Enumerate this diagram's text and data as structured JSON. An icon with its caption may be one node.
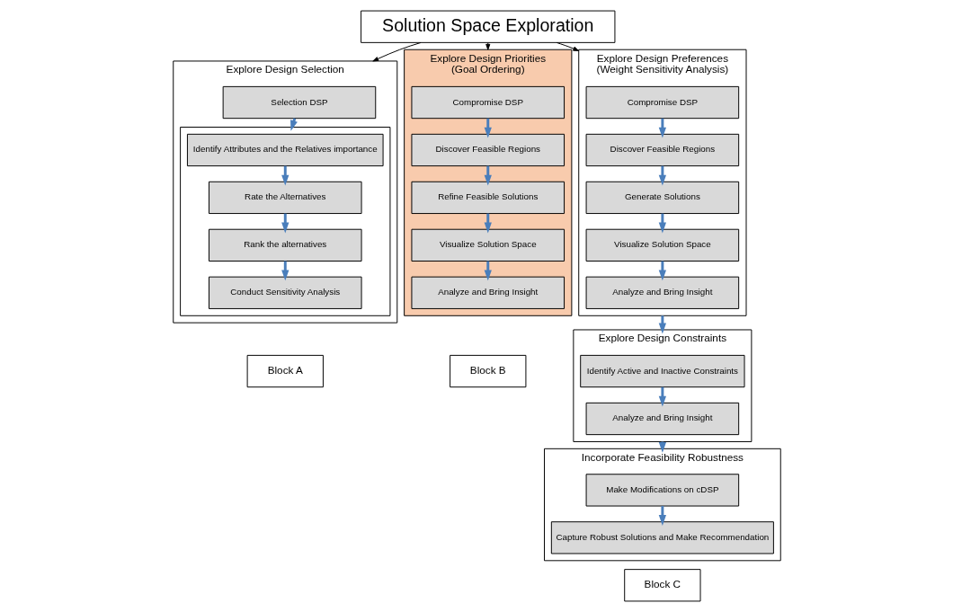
{
  "diagram": {
    "nodes": [
      {
        "text": [
          "Solution Space Exploration"
        ]
      },
      {
        "text": [
          "Explore Design Selection"
        ]
      },
      {
        "text": [
          "Selection DSP"
        ],
        "in": 1
      },
      {
        "text": [],
        "shape": "box",
        "in": 1
      },
      {
        "text": [
          "Identify Attributes and the Relatives importance"
        ],
        "in": 3
      },
      {
        "text": [
          "Rate the Alternatives"
        ],
        "in": 3
      },
      {
        "text": [
          "Rank the alternatives"
        ],
        "in": 3
      },
      {
        "text": [
          "Conduct Sensitivity Analysis"
        ],
        "in": 3
      },
      {
        "text": [
          "Block A"
        ]
      },
      {
        "text": [
          "Explore Design Priorities",
          "(Goal Ordering)"
        ]
      },
      {
        "text": [
          "Compromise DSP"
        ],
        "in": 9
      },
      {
        "text": [
          "Discover Feasible Regions"
        ],
        "in": 9
      },
      {
        "text": [
          "Refine Feasible Solutions"
        ],
        "in": 9
      },
      {
        "text": [
          "Visualize Solution Space"
        ],
        "in": 9
      },
      {
        "text": [
          "Analyze and Bring Insight"
        ],
        "in": 9
      },
      {
        "text": [
          "Block B"
        ]
      },
      {
        "text": [
          "Explore Design Preferences",
          "(Weight Sensitivity Analysis)"
        ]
      },
      {
        "text": [
          "Compromise DSP"
        ],
        "in": 16
      },
      {
        "text": [
          "Discover Feasible Regions"
        ],
        "in": 16
      },
      {
        "text": [
          "Generate Solutions"
        ],
        "in": 16
      },
      {
        "text": [
          "Visualize Solution Space"
        ],
        "in": 16
      },
      {
        "text": [
          "Analyze and Bring Insight"
        ],
        "in": 16
      },
      {
        "text": [
          "Explore Design Constraints"
        ]
      },
      {
        "text": [
          "Identify Active and Inactive Constraints"
        ],
        "in": 22
      },
      {
        "text": [
          "Analyze and Bring Insight"
        ],
        "in": 22
      },
      {
        "text": [
          "Incorporate Feasibility Robustness"
        ]
      },
      {
        "text": [
          "Make Modifications on cDSP"
        ],
        "in": 25
      },
      {
        "text": [
          "Capture Robust Solutions and Make Recommendation"
        ],
        "in": 25
      },
      {
        "text": [
          "Block C"
        ]
      }
    ],
    "edges": [
      {
        "from": 0,
        "to": 1,
        "arrow": "to",
        "color": "#000000"
      },
      {
        "from": 0,
        "to": 9,
        "arrow": "to",
        "color": "#000000"
      },
      {
        "from": 0,
        "to": 16,
        "arrow": "to",
        "color": "#000000"
      },
      {
        "from": 2,
        "to": 3,
        "arrow": "to"
      },
      {
        "from": 4,
        "to": 5,
        "arrow": "to"
      },
      {
        "from": 5,
        "to": 6,
        "arrow": "to"
      },
      {
        "from": 6,
        "to": 7,
        "arrow": "to"
      },
      {
        "from": 10,
        "to": 11,
        "arrow": "to"
      },
      {
        "from": 11,
        "to": 12,
        "arrow": "to"
      },
      {
        "from": 12,
        "to": 13,
        "arrow": "to"
      },
      {
        "from": 13,
        "to": 14,
        "arrow": "to"
      },
      {
        "from": 17,
        "to": 18,
        "arrow": "to"
      },
      {
        "from": 18,
        "to": 19,
        "arrow": "to"
      },
      {
        "from": 19,
        "to": 20,
        "arrow": "to"
      },
      {
        "from": 20,
        "to": 21,
        "arrow": "to"
      },
      {
        "from": 16,
        "to": 22,
        "arrow": "to"
      },
      {
        "from": 23,
        "to": 24,
        "arrow": "to"
      },
      {
        "from": 22,
        "to": 25,
        "arrow": "to"
      },
      {
        "from": 26,
        "to": 27,
        "arrow": "to"
      }
    ]
  }
}
